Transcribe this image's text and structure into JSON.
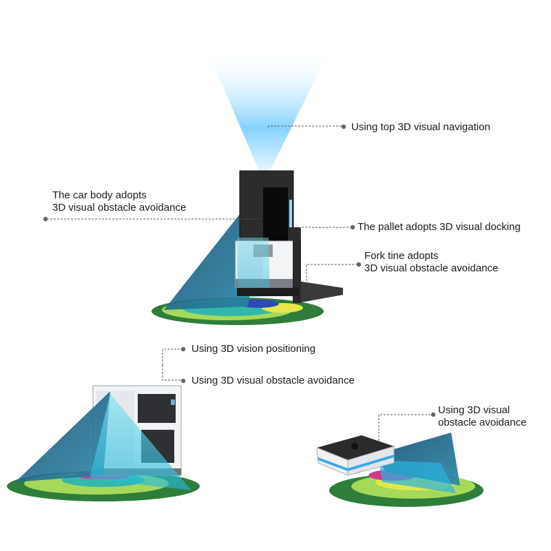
{
  "labels": {
    "top_nav": "Using top 3D visual navigation",
    "body_line1": "The car body adopts",
    "body_line2": "3D visual obstacle avoidance",
    "pallet": "The pallet adopts 3D visual docking",
    "fork_line1": "Fork tine adopts",
    "fork_line2": "3D visual obstacle avoidance",
    "positioning": "Using 3D vision positioning",
    "cabinet_avoid": "Using 3D visual obstacle avoidance",
    "small_line1": "Using 3D visual",
    "small_line2": "obstacle avoidance"
  },
  "colors": {
    "beam_blue": "#4fb3ff",
    "cone_dark": "#1f5d86",
    "cone_cyan": "#3cc6e6",
    "ground_dark_green": "#2f7d3a",
    "ground_yellow": "#d8e64a",
    "ground_teal": "#2fb8a8",
    "leader_line": "#555555"
  }
}
